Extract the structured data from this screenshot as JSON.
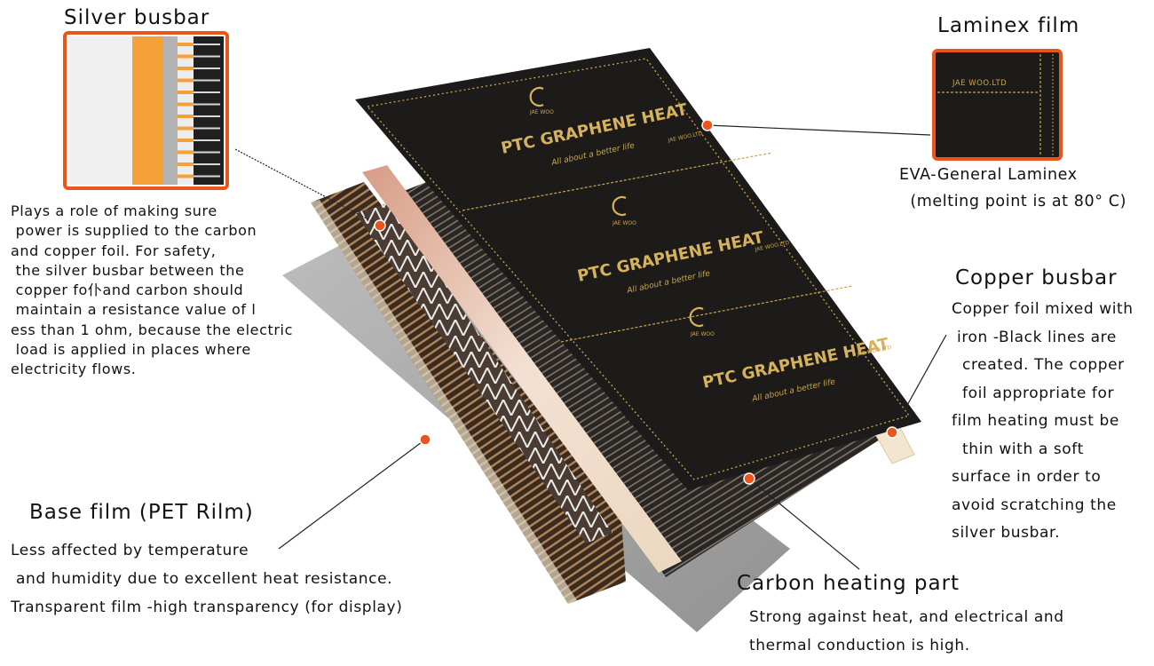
{
  "silver_busbar": {
    "title": "Silver busbar",
    "lines": [
      "Plays a role of making sure",
      " power is supplied to the carbon",
      "and copper foil. For safety,",
      " the silver busbar between the",
      " copper fo仆and carbon should",
      " maintain a resistance value of l",
      "ess than 1 ohm, because the electric",
      " load is applied in places where",
      "electricity flows."
    ]
  },
  "laminex_film": {
    "title": "Laminex film",
    "inset_label": "JAE WOO.LTD",
    "caption_lines": [
      "EVA-General Laminex",
      "  (melting point is at 80° C)"
    ]
  },
  "copper_busbar": {
    "title": "Copper busbar",
    "lines": [
      "Copper foil mixed with",
      " iron -Black lines are",
      "  created. The copper",
      "  foil appropriate for",
      "film heating must be",
      "  thin with a soft",
      "surface in order to",
      "avoid scratching the",
      "silver busbar."
    ]
  },
  "base_film": {
    "title": "Base film (PET Rilm)",
    "lines": [
      "Less affected by temperature",
      " and humidity due to excellent heat resistance.",
      "Transparent film -high transparency (for display)"
    ]
  },
  "carbon_heating": {
    "title": "Carbon heating part",
    "lines": [
      "Strong against heat, and electrical and",
      "thermal conduction is high."
    ]
  },
  "film_panels": {
    "brand": "PTC GRAPHENE HEAT",
    "tagline": "All about a better life",
    "logo_text": "JAE WOO",
    "company": "JAE WOO.LTD"
  },
  "colors": {
    "accent_orange": "#e8561b",
    "film_black": "#1d1b19",
    "gold": "#c9a44a",
    "copper": "#c98a6e",
    "silver_orange": "#f4a13a"
  },
  "icons": [
    "callout-marker-icon",
    "jaewoo-logo-icon"
  ]
}
